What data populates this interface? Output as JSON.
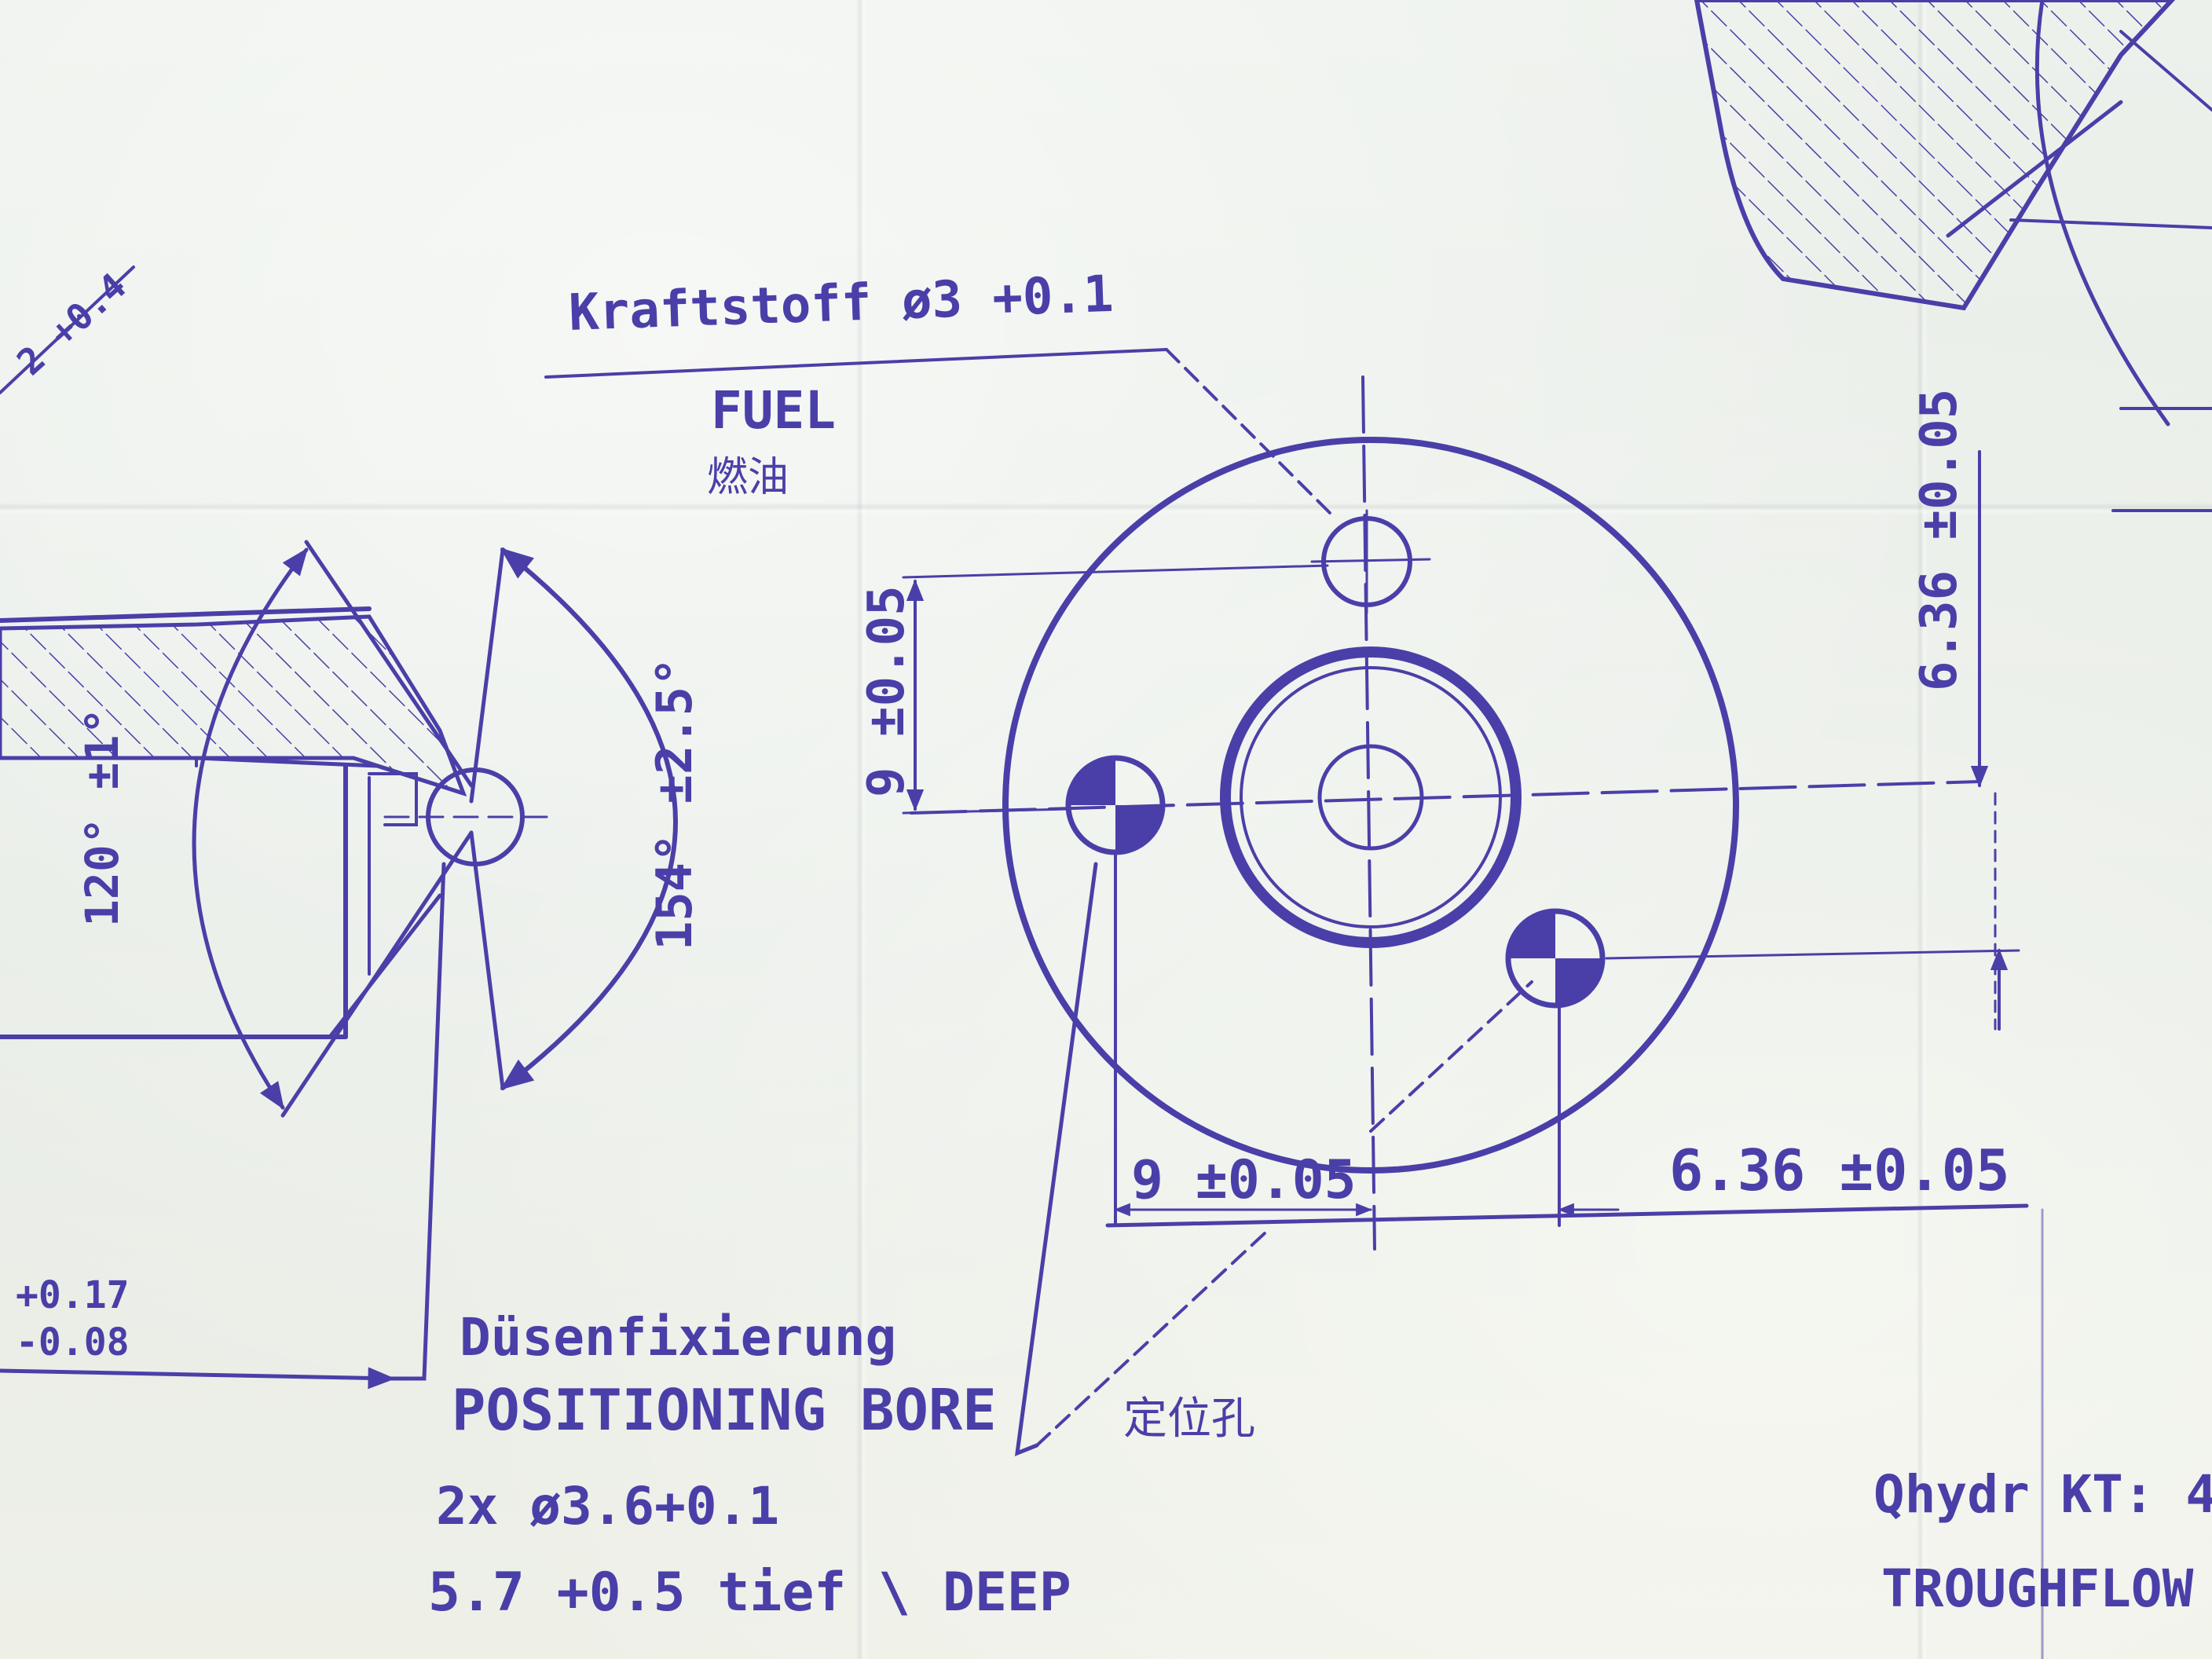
{
  "ink": "#4a3fa8",
  "paper": "#e9eee8",
  "labels": {
    "fuel_de": "Kraftstoff  ø3 +0.1",
    "fuel_en": "FUEL",
    "fuel_cn": "燃油",
    "top_left_dim": "2 +0.4",
    "angle_120": "120° ±1°",
    "angle_154": "154° ±2.5°",
    "dim_vertical_9": "9 ±0.05",
    "dim_vertical_636": "6.36 ±0.05",
    "dim_horizontal_9": "9 ±0.05",
    "dim_horizontal_636": "6.36 ±0.05",
    "tol_upper": "+0.17",
    "tol_lower": "-0.08",
    "bore_de": "Düsenfixierung",
    "bore_en": "POSITIONING BORE",
    "bore_cn": "定位孔",
    "bore_qty": "2x ø3.6+0.1",
    "bore_depth": "5.7 +0.5 tief \\ DEEP",
    "flow_de": "Qhydr KT: 4",
    "flow_en": "TROUGHFLOW"
  }
}
